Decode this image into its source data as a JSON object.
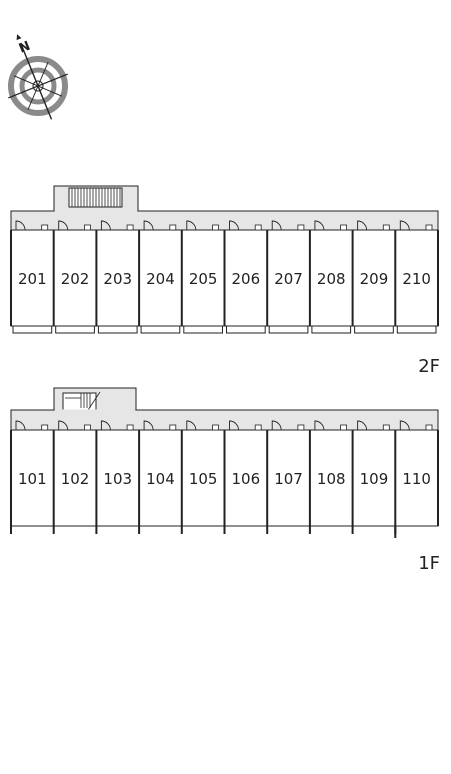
{
  "compass": {
    "north_label": "N",
    "icon": "compass-icon"
  },
  "floors": [
    {
      "id": "2F",
      "label": "2F",
      "stair": "straight",
      "units": [
        "201",
        "202",
        "203",
        "204",
        "205",
        "206",
        "207",
        "208",
        "209",
        "210"
      ]
    },
    {
      "id": "1F",
      "label": "1F",
      "stair": "dogleg",
      "units": [
        "101",
        "102",
        "103",
        "104",
        "105",
        "106",
        "107",
        "108",
        "109",
        "110"
      ]
    }
  ],
  "colors": {
    "corridor": "#e6e6e6",
    "line": "#222222",
    "background": "#ffffff"
  }
}
